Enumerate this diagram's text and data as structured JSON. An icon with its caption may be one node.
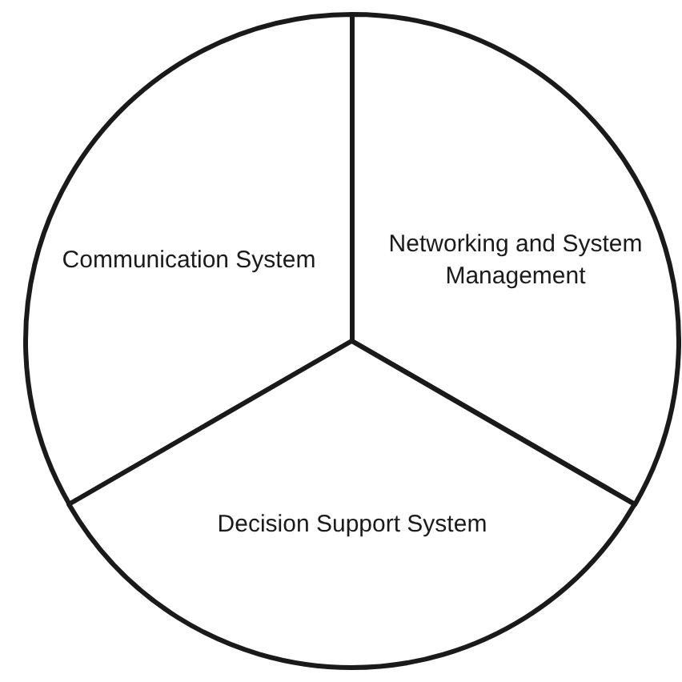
{
  "diagram": {
    "nodes": [
      {
        "text": [
          "Communication System"
        ]
      },
      {
        "text": [
          "Networking and System Management"
        ]
      },
      {
        "text": [
          "Decision Support System"
        ]
      }
    ]
  }
}
